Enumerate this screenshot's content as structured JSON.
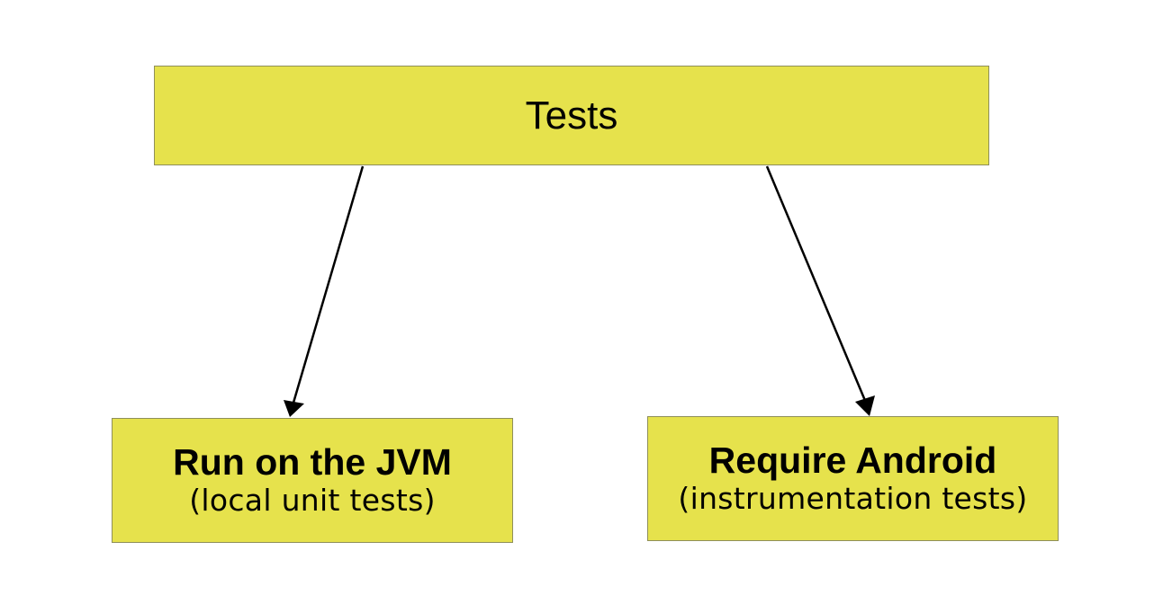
{
  "colors": {
    "box_fill": "#e6e24c",
    "box_border": "#8f8f5a",
    "arrow": "#000000",
    "background": "#ffffff"
  },
  "root": {
    "label": "Tests"
  },
  "children": [
    {
      "title": "Run on the JVM",
      "subtitle": "(local unit tests)"
    },
    {
      "title": "Require Android",
      "subtitle": "(instrumentation tests)"
    }
  ]
}
